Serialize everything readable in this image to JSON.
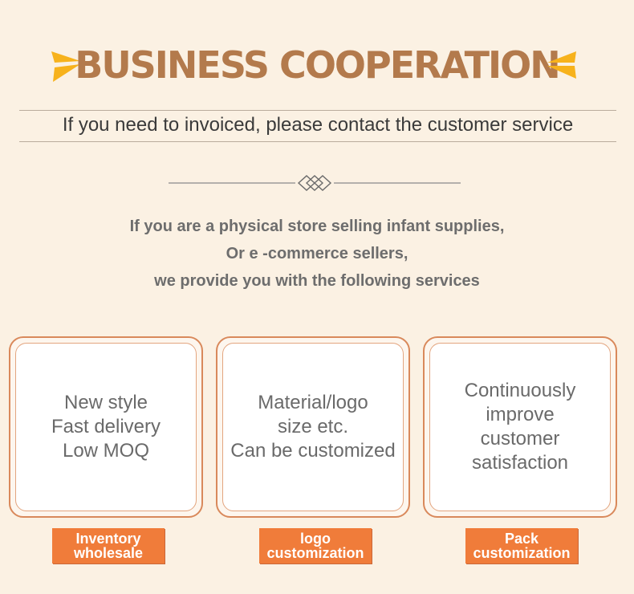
{
  "title": "BUSINESS COOPERATION",
  "subtitle": "If you need to invoiced, please contact the customer service",
  "intro": [
    "If you are a physical store selling infant supplies,",
    "Or e  -commerce sellers,",
    "we provide you with the following services"
  ],
  "cards": [
    {
      "lines": [
        "New style",
        "Fast delivery",
        "Low MOQ"
      ],
      "badge": [
        "Inventory",
        "wholesale"
      ]
    },
    {
      "lines": [
        "Material/logo",
        "size etc.",
        "Can be customized"
      ],
      "badge": [
        "logo",
        "customization"
      ]
    },
    {
      "lines": [
        "Continuously",
        "improve",
        "customer",
        "satisfaction"
      ],
      "badge": [
        "Pack",
        "customization"
      ]
    }
  ],
  "colors": {
    "background": "#fbf1e3",
    "title": "#b37a4c",
    "accent": "#f07c3a",
    "deco_yellow": "#f7b21c"
  }
}
